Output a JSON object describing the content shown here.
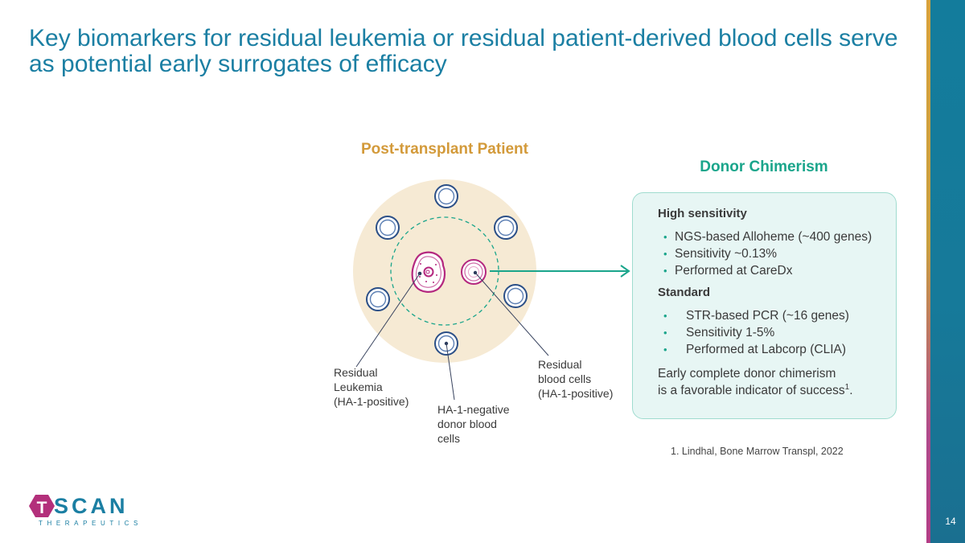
{
  "title": {
    "line1": "Key biomarkers for residual leukemia or residual patient-derived blood cells serve",
    "line2": "as potential early surrogates of efficacy"
  },
  "diagram": {
    "patient_title": "Post-transplant Patient",
    "labels": {
      "residual_leukemia": [
        "Residual",
        "Leukemia",
        "(HA-1-positive)"
      ],
      "donor_cells": [
        "HA-1-negative",
        "donor blood",
        "cells"
      ],
      "residual_blood": [
        "Residual",
        "blood cells",
        "(HA-1-positive)"
      ]
    }
  },
  "chimerism": {
    "title": "Donor Chimerism",
    "high_sensitivity": {
      "heading": "High sensitivity",
      "items": [
        "NGS-based Alloheme (~400 genes)",
        "Sensitivity ~0.13%",
        "Performed at CareDx"
      ]
    },
    "standard": {
      "heading": "Standard",
      "items": [
        "STR-based PCR (~16 genes)",
        "Sensitivity 1-5%",
        "Performed at Labcorp (CLIA)"
      ]
    },
    "conclusion_line1": "Early complete donor chimerism",
    "conclusion_line2": "is a favorable indicator of success",
    "conclusion_sup": "1",
    "conclusion_end": "."
  },
  "footnote": "1. Lindhal, Bone Marrow Transpl, 2022",
  "logo": {
    "letter": "T",
    "word": "SCAN",
    "tagline": "THERAPEUTICS"
  },
  "page_number": "14",
  "colors": {
    "title": "#1b7fa3",
    "patient_accent": "#d39a3a",
    "chimerism_accent": "#1aa58b",
    "leukemia_magenta": "#b4287f",
    "donor_cell_blue": "#2b4f87",
    "logo_magenta": "#b3307b"
  }
}
